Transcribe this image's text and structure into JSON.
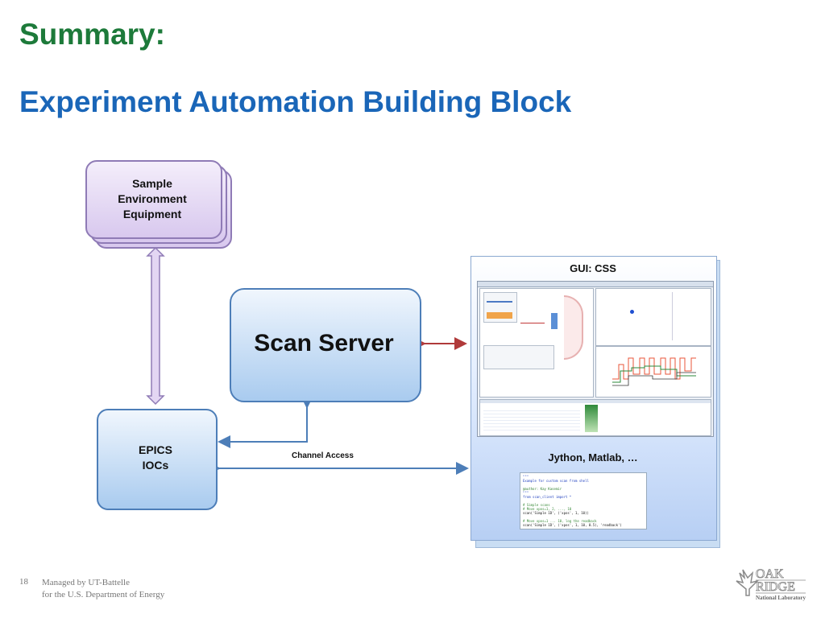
{
  "slide": {
    "title": "Summary:",
    "subtitle": "Experiment Automation Building Block",
    "page_number": "18",
    "footer": "Managed by UT-Battelle\nfor the U.S. Department of Energy"
  },
  "nodes": {
    "sample": "Sample\nEnvironment\nEquipment",
    "scan_server": "Scan Server",
    "epics": "EPICS\nIOCs",
    "gui_title": "GUI: CSS",
    "scripting": "Jython, Matlab, …"
  },
  "edges": {
    "channel_access": "Channel Access"
  },
  "code_snippet": [
    "\"\"\"",
    "Example for custom scan from shell",
    "",
    "@author: Kay Kasemir",
    "\"\"\"",
    "from scan_client import *",
    "",
    "# Simple scans",
    "# Move xpos=1, 2, ..., 10",
    "scan('Simple 1D', ('xpos', 1, 10))",
    "",
    "# Move xpos=1 ... 10, log the readback",
    "scan('Simple 1D', ('xpos', 1, 10, 0.5), 'readback')"
  ],
  "logo": {
    "name": "OAK RIDGE",
    "sub": "National Laboratory"
  },
  "colors": {
    "title": "#1d7a3a",
    "subtitle": "#1a66b8",
    "sample_fill": "#d8c8ee",
    "box_fill": "#a9cbef",
    "arrow_red": "#b03a3a",
    "arrow_blue": "#4d7eb8"
  }
}
